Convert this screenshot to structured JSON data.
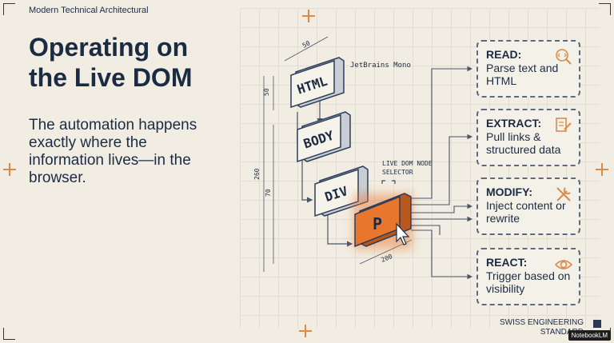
{
  "header": {
    "tag": "Modern Technical Architectural"
  },
  "title": {
    "line1": "Operating on",
    "line2": "the Live DOM"
  },
  "subtitle": "The automation happens exactly where the information lives—in the browser.",
  "diagram": {
    "nodes": [
      "HTML",
      "BODY",
      "DIV",
      "P"
    ],
    "font_label": "JetBrains Mono",
    "selector_label_line1": "LIVE DOM NODE",
    "selector_label_line2": "SELECTOR",
    "dimensions": {
      "top_width": "50",
      "first_height": "50",
      "total_height": "260",
      "mid_height": "70",
      "bottom_width": "200"
    },
    "accent_color": "#e8762d"
  },
  "cards": [
    {
      "title": "READ:",
      "body": "Parse text and HTML",
      "icon": "code-search-icon"
    },
    {
      "title": "EXTRACT:",
      "body": "Pull links & structured data",
      "icon": "document-extract-icon"
    },
    {
      "title": "MODIFY:",
      "body": "Inject content or rewrite",
      "icon": "wrench-screwdriver-icon"
    },
    {
      "title": "REACT:",
      "body": "Trigger based on visibility",
      "icon": "eye-icon"
    }
  ],
  "footer": {
    "line1": "SWISS ENGINEERING",
    "line2": "STANDARD",
    "badge": "NotebookLM"
  }
}
